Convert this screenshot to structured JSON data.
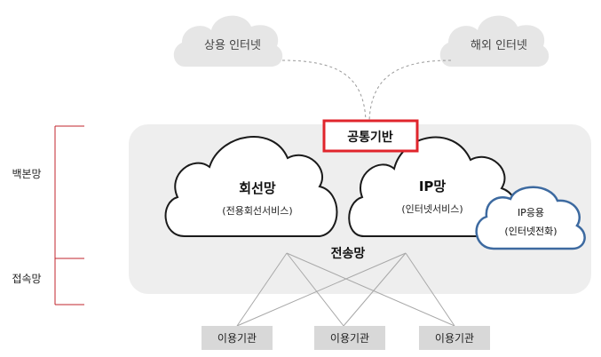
{
  "clouds": {
    "top_left_label": "상용 인터넷",
    "top_right_label": "해외 인터넷"
  },
  "common_base": {
    "label": "공통기반"
  },
  "circuit_network": {
    "title": "회선망",
    "subtitle": "(전용회선서비스)"
  },
  "ip_network": {
    "title": "IP망",
    "subtitle": "(인터넷서비스)"
  },
  "ip_app": {
    "title": "IP응용",
    "subtitle": "(인터넷전화)"
  },
  "transport_network": {
    "label": "전송망"
  },
  "bracket": {
    "backbone_label": "백본망",
    "access_label": "접속망"
  },
  "institutions": [
    {
      "label": "이용기관"
    },
    {
      "label": "이용기관"
    },
    {
      "label": "이용기관"
    }
  ],
  "colors": {
    "highlight_red": "#e0252c",
    "bracket_red": "#c0242c",
    "ip_app_blue": "#3d6aa0",
    "panel_gray": "#eeeeee",
    "light_cloud": "#e6e6e6",
    "box_gray": "#d8d8d8"
  }
}
